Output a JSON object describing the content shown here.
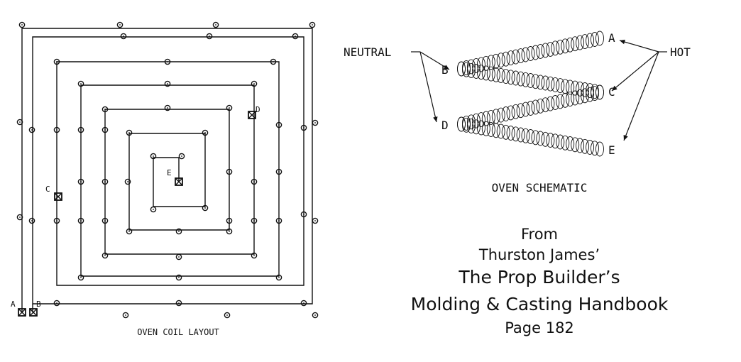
{
  "layout_diagram": {
    "caption": "OVEN COIL LAYOUT",
    "terminals": [
      "A",
      "B",
      "C",
      "D",
      "E"
    ]
  },
  "schematic": {
    "caption": "OVEN SCHEMATIC",
    "neutral_label": "NEUTRAL",
    "hot_label": "HOT",
    "terminals": [
      "A",
      "B",
      "C",
      "D",
      "E"
    ]
  },
  "credit": {
    "line1": "From",
    "line2": "Thurston James’",
    "line3": "The Prop Builder’s",
    "line4": "Molding & Casting Handbook",
    "line5": "Page 182"
  },
  "colors": {
    "ink": "#111111",
    "background": "#ffffff"
  }
}
